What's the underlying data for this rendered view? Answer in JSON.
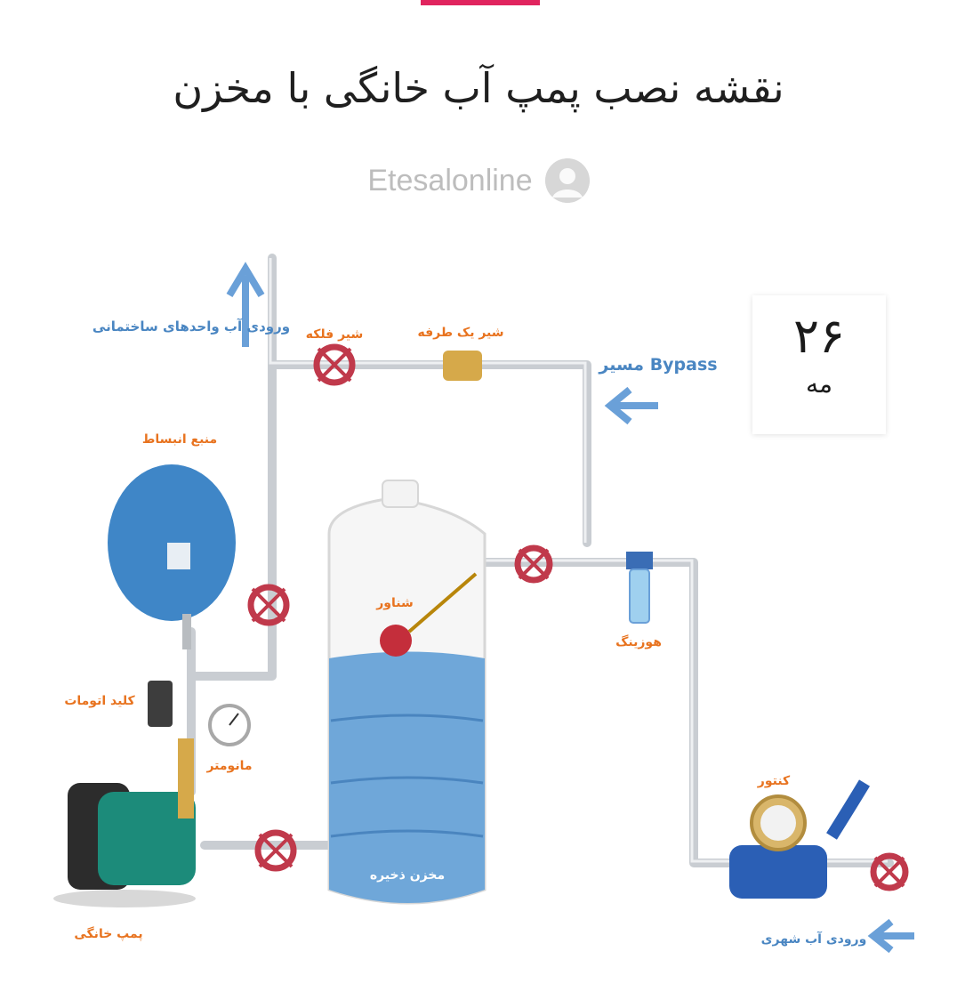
{
  "header": {
    "title": "نقشه نصب پمپ آب خانگی با مخزن",
    "author": "Etesalonline",
    "accent_color": "#e0245e"
  },
  "date": {
    "day": "۲۶",
    "month": "مه"
  },
  "diagram": {
    "labels": {
      "building_inlet": "ورودی آب واحدهای ساختمانی",
      "gate_valve": "شیر فلکه",
      "check_valve": "شیر یک طرفه",
      "bypass": "مسیر Bypass",
      "expansion_tank": "منبع انبساط",
      "float": "شناور",
      "housing_filter": "هوزینگ",
      "pressure_switch": "کلید اتومات",
      "manometer": "مانومتر",
      "meter": "کنتور",
      "storage_tank": "مخزن ذخیره",
      "home_pump": "پمپ خانگی",
      "city_inlet": "ورودی آب شهری"
    },
    "colors": {
      "pipe": "#c9cdd2",
      "label": "#e8731f",
      "tank_water": "#6fa7d9",
      "valve": "#c0394b",
      "arrow": "#6aa0d8"
    }
  }
}
